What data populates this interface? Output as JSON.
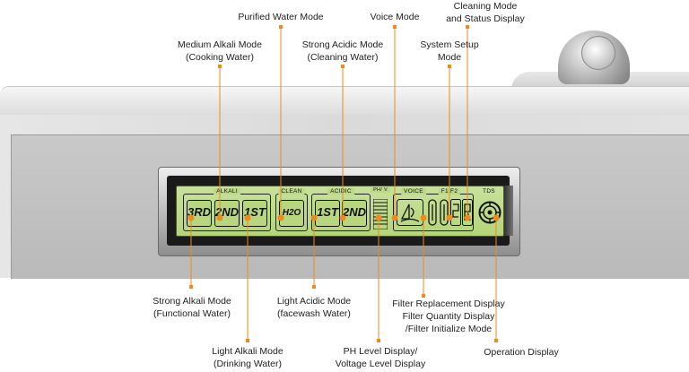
{
  "labels": {
    "purified": "Purified Water Mode",
    "voice": "Voice Mode",
    "cleaning_status_1": "Cleaning Mode",
    "cleaning_status_2": "and Status Display",
    "medium_alkali_1": "Medium Alkali Mode",
    "medium_alkali_2": "(Cooking Water)",
    "strong_acidic_1": "Strong Acidic Mode",
    "strong_acidic_2": "(Cleaning Water)",
    "system_setup_1": "System Setup",
    "system_setup_2": "Mode",
    "strong_alkali_1": "Strong Alkali Mode",
    "strong_alkali_2": "(Functional Water)",
    "light_acidic_1": "Light Acidic Mode",
    "light_acidic_2": "(facewash Water)",
    "filter_1": "Filter Replacement Display",
    "filter_2": "Filter Quantity Display",
    "filter_3": "/Filter Initialize Mode",
    "light_alkali_1": "Light Alkali Mode",
    "light_alkali_2": "(Drinking Water)",
    "ph_1": "PH Level Display/",
    "ph_2": "Voltage Level Display",
    "operation": "Operation Display"
  },
  "lcd": {
    "alkali": "ALKALI",
    "clean": "CLEAN",
    "acidic": "ACIDIC",
    "phv": "PH/ V",
    "voice": "VOICE",
    "f1f2": "F1  F2",
    "tds": "TDS",
    "seg_3rd": "3RD",
    "seg_2nd_alk": "2ND",
    "seg_1st_alk": "1ST",
    "seg_h2o": "H2O",
    "seg_1st_acid": "1ST",
    "seg_2nd_acid": "2ND"
  },
  "colors": {
    "accent": "#f08a1c",
    "lcd_green": "#bcd98a"
  }
}
